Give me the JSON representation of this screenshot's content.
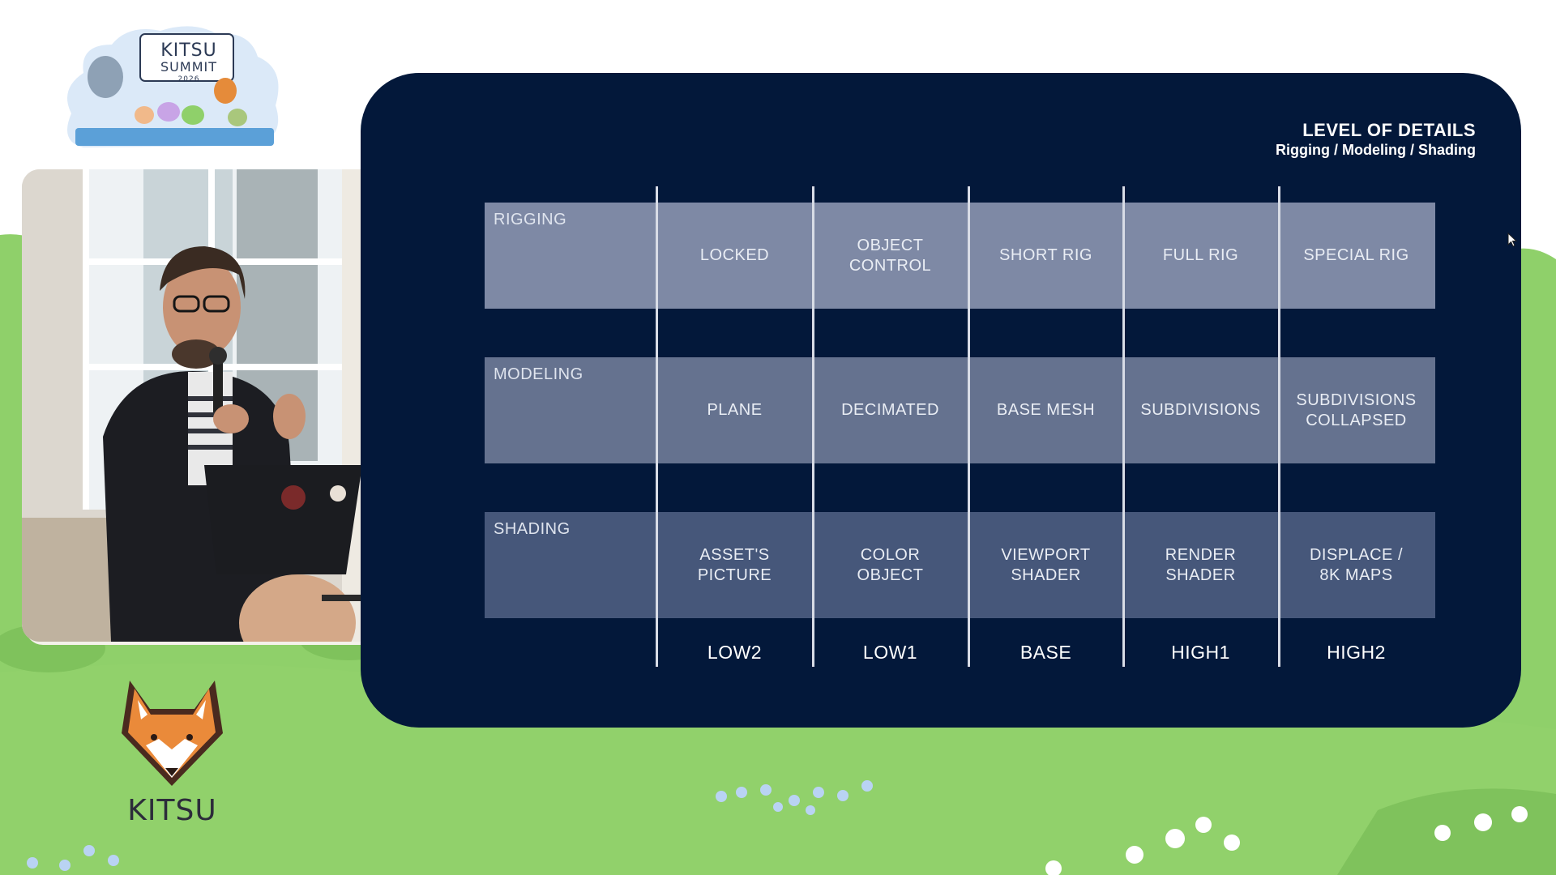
{
  "summit_logo": {
    "line1": "KITSU",
    "line2": "SUMMIT",
    "year": "2026"
  },
  "brand": {
    "name": "KITSU"
  },
  "slide": {
    "title": "LEVEL OF DETAILS",
    "subtitle": "Rigging / Modeling / Shading",
    "rows": [
      {
        "label": "RIGGING",
        "cells": [
          "LOCKED",
          "OBJECT\nCONTROL",
          "SHORT RIG",
          "FULL RIG",
          "SPECIAL RIG"
        ]
      },
      {
        "label": "MODELING",
        "cells": [
          "PLANE",
          "DECIMATED",
          "BASE MESH",
          "SUBDIVISIONS",
          "SUBDIVISIONS\nCOLLAPSED"
        ]
      },
      {
        "label": "SHADING",
        "cells": [
          "ASSET'S\nPICTURE",
          "COLOR\nOBJECT",
          "VIEWPORT\nSHADER",
          "RENDER\nSHADER",
          "DISPLACE /\n8K MAPS"
        ]
      }
    ],
    "levels": [
      "LOW2",
      "LOW1",
      "BASE",
      "HIGH1",
      "HIGH2"
    ]
  },
  "colors": {
    "slide_background": "#03183a",
    "rigging_band": "#7e89a5",
    "modeling_band": "#65728f",
    "shading_band": "#46577a",
    "grass": "#8fd06a"
  }
}
